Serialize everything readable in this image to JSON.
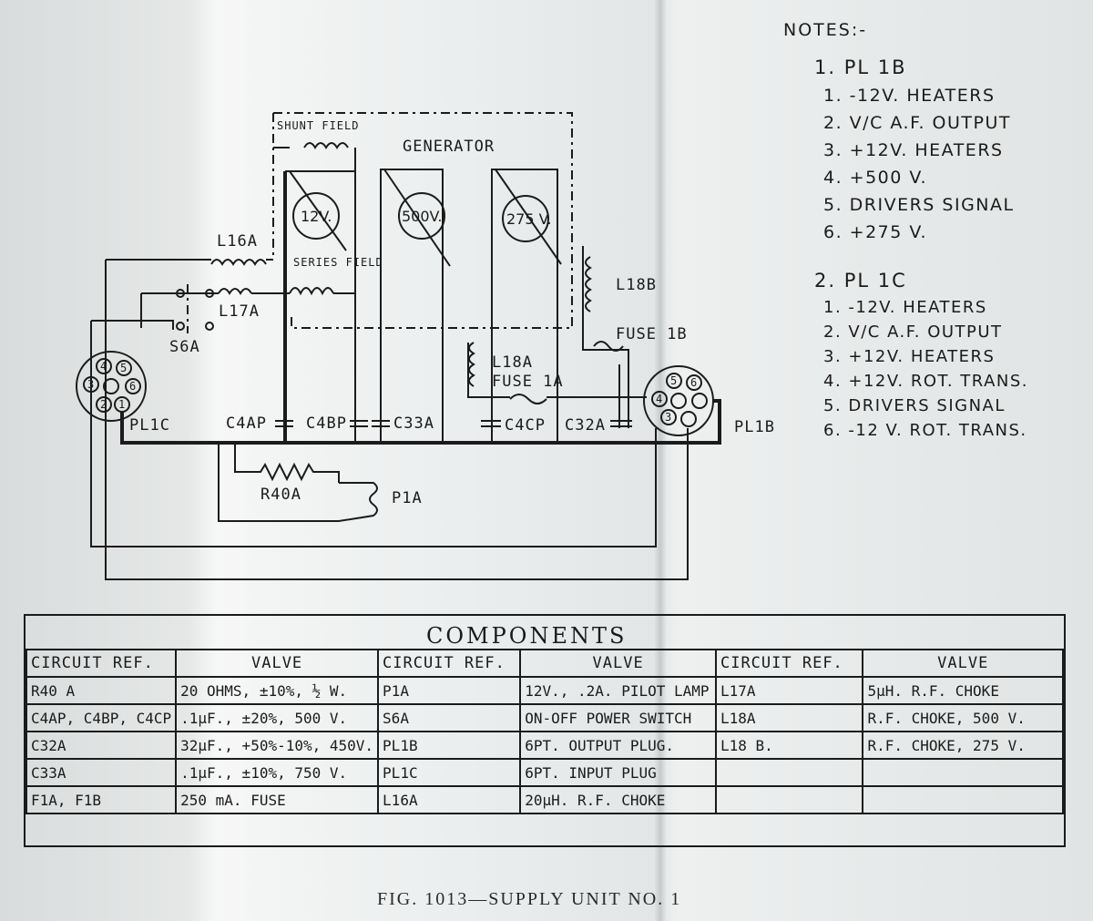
{
  "diagram": {
    "labels": {
      "shunt_field": "SHUNT FIELD",
      "generator": "GENERATOR",
      "meter_12v": "12V.",
      "meter_500v": "500V.",
      "meter_275v": "275 V.",
      "series_field": "SERIES FIELD",
      "l16a": "L16A",
      "l17a": "L17A",
      "l18b": "L18B",
      "l18a": "L18A",
      "fuse_1b": "FUSE 1B",
      "fuse_1a": "FUSE 1A",
      "s6a": "S6A",
      "pl1c": "PL1C",
      "pl1b": "PL1B",
      "c4ap": "C4AP",
      "c4bp": "C4BP",
      "c33a": "C33A",
      "c4cp": "C4CP",
      "c32a": "C32A",
      "r40a": "R40A",
      "p1a": "P1A"
    },
    "connector_pins": [
      "1",
      "2",
      "3",
      "4",
      "5",
      "6"
    ]
  },
  "notes": {
    "title": "NOTES:-",
    "groups": [
      {
        "heading": "1. PL 1B",
        "items": [
          "1. -12V. HEATERS",
          "2. V/C A.F. OUTPUT",
          "3. +12V. HEATERS",
          "4. +500 V.",
          "5. DRIVERS SIGNAL",
          "6. +275 V."
        ]
      },
      {
        "heading": "2. PL 1C",
        "items": [
          "1. -12V. HEATERS",
          "2. V/C A.F. OUTPUT",
          "3. +12V. HEATERS",
          "4. +12V. ROT. TRANS.",
          "5. DRIVERS SIGNAL",
          "6. -12 V. ROT. TRANS."
        ]
      }
    ]
  },
  "components": {
    "title": "COMPONENTS",
    "headers": [
      "CIRCUIT REF.",
      "VALVE",
      "CIRCUIT REF.",
      "VALVE",
      "CIRCUIT REF.",
      "VALVE"
    ],
    "rows": [
      [
        "R40 A",
        "20 OHMS, ±10%, ½ W.",
        "P1A",
        "12V., .2A. PILOT LAMP",
        "L17A",
        "5µH. R.F. CHOKE"
      ],
      [
        "C4AP, C4BP, C4CP",
        ".1µF., ±20%, 500 V.",
        "S6A",
        "ON-OFF POWER SWITCH",
        "L18A",
        "R.F. CHOKE, 500 V."
      ],
      [
        "C32A",
        "32µF., +50%-10%, 450V.",
        "PL1B",
        "6PT. OUTPUT PLUG.",
        "L18 B.",
        "R.F. CHOKE, 275 V."
      ],
      [
        "C33A",
        ".1µF., ±10%, 750 V.",
        "PL1C",
        "6PT. INPUT PLUG",
        "",
        ""
      ],
      [
        "F1A, F1B",
        "250 mA. FUSE",
        "L16A",
        "20µH. R.F. CHOKE",
        "",
        ""
      ]
    ]
  },
  "caption": "FIG. 1013—SUPPLY UNIT NO. 1"
}
